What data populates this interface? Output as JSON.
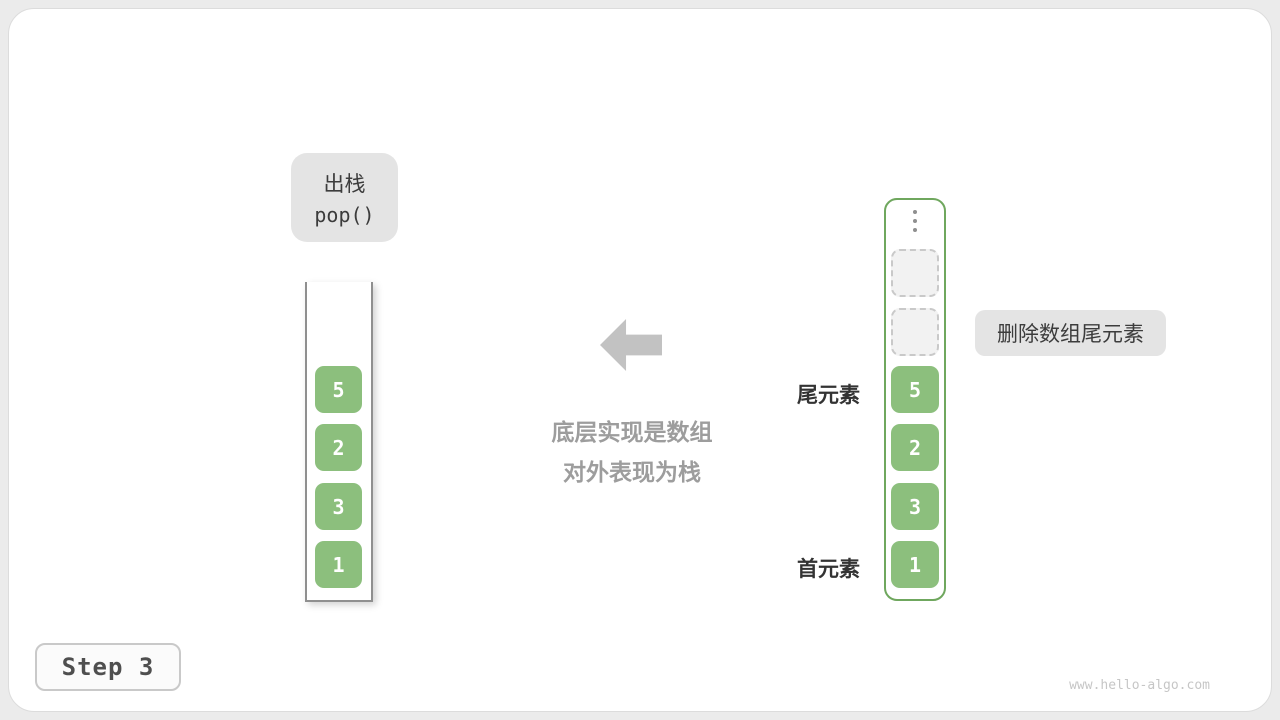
{
  "colors": {
    "green_cell": "#8cbf7d",
    "green_container_border": "#6fa75e",
    "bubble_gray": "#e4e4e4",
    "caption_gray": "#9d9d9d",
    "arrow_gray": "#c2c2c2"
  },
  "pop_bubble": {
    "line1": "出栈",
    "line2": "pop()"
  },
  "left_stack": {
    "cells": [
      "5",
      "2",
      "3",
      "1"
    ]
  },
  "middle": {
    "caption_line1": "底层实现是数组",
    "caption_line2": "对外表现为栈"
  },
  "right_array": {
    "empty_slot_count": 2,
    "cells": [
      "5",
      "2",
      "3",
      "1"
    ],
    "tail_label": "尾元素",
    "head_label": "首元素"
  },
  "annotation": {
    "text": "删除数组尾元素"
  },
  "footer": {
    "step_label": "Step 3",
    "watermark": "www.hello-algo.com"
  }
}
